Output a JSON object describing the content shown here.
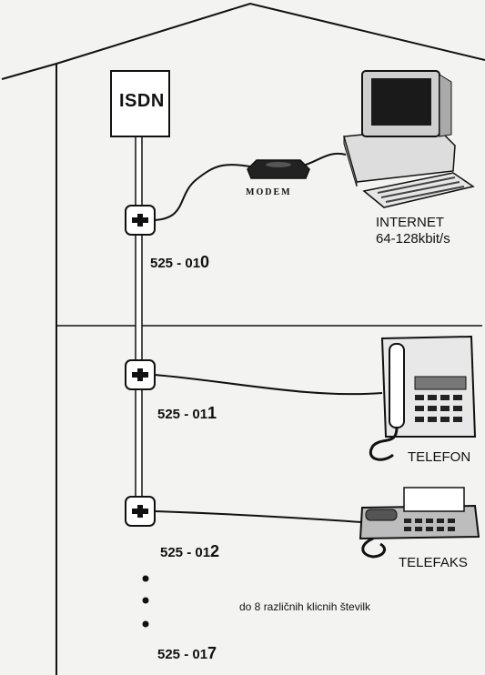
{
  "isdn_label": "ISDN",
  "modem_label": "MODEM",
  "internet": {
    "line1": "INTERNET",
    "line2": "64-128kbit/s"
  },
  "telefon_label": "TELEFON",
  "telefaks_label": "TELEFAKS",
  "numbers": [
    {
      "prefix": "525 - 01",
      "suffix": "0"
    },
    {
      "prefix": "525 - 01",
      "suffix": "1"
    },
    {
      "prefix": "525 - 01",
      "suffix": "2"
    },
    {
      "prefix": "525 - 01",
      "suffix": "7"
    }
  ],
  "note": "do 8 različnih klicnih številk"
}
